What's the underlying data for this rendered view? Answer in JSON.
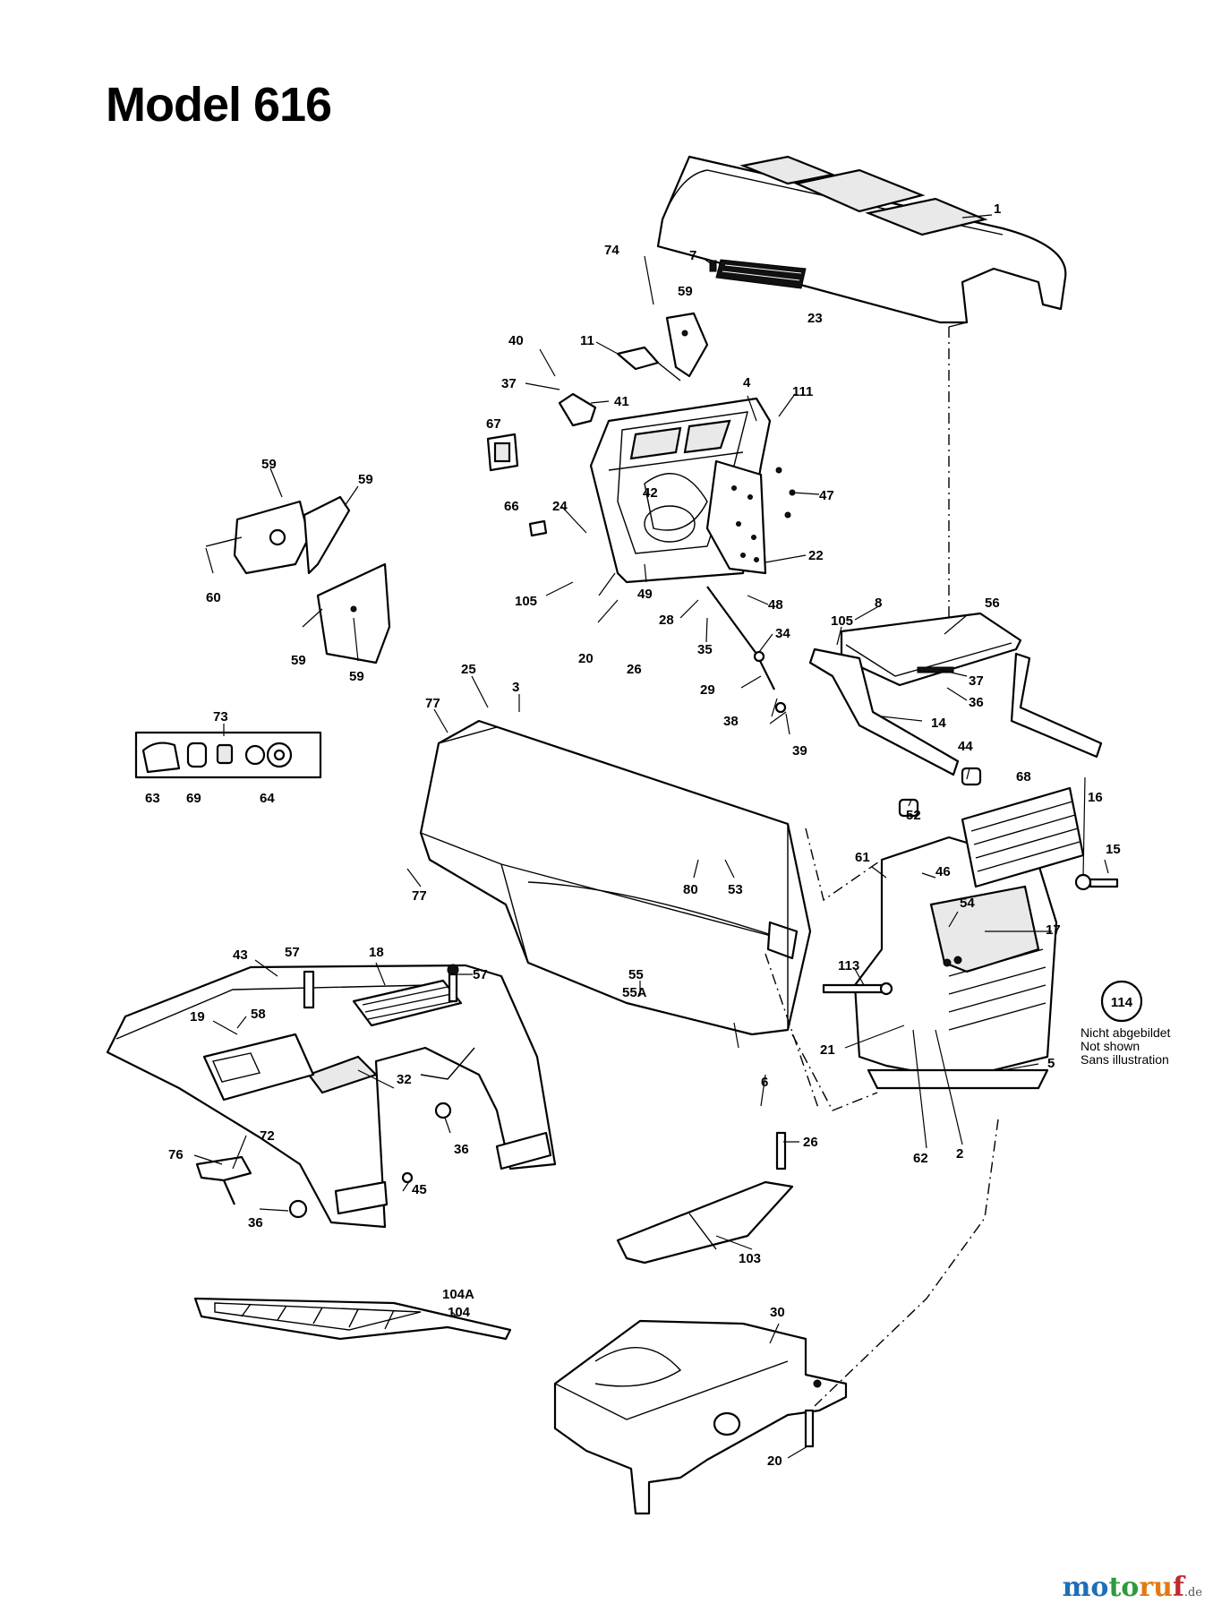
{
  "title": "Model 616",
  "note": {
    "number": "114",
    "lines": [
      "Nicht abgebildet",
      "Not shown",
      "Sans illustration"
    ]
  },
  "watermark": {
    "part1": "mo",
    "part2": "to",
    "part3": "ru",
    "part4": "f",
    "suffix": ".de"
  },
  "labels": {
    "l1": "1",
    "l7": "7",
    "l23": "23",
    "l74": "74",
    "l59a": "59",
    "l11": "11",
    "l40": "40",
    "l37a": "37",
    "l41": "41",
    "l4": "4",
    "l111": "111",
    "l67": "67",
    "l42": "42",
    "l47": "47",
    "l66": "66",
    "l24": "24",
    "l22": "22",
    "l105a": "105",
    "l49": "49",
    "l48": "48",
    "l28": "28",
    "l20a": "20",
    "l26a": "26",
    "l35": "35",
    "l34": "34",
    "l29": "29",
    "l38": "38",
    "l39": "39",
    "l59b": "59",
    "l59c": "59",
    "l60": "60",
    "l59d": "59",
    "l59e": "59",
    "l8": "8",
    "l105b": "105",
    "l56": "56",
    "l37b": "37",
    "l36a": "36",
    "l14": "14",
    "l73": "73",
    "l63": "63",
    "l69": "69",
    "l64": "64",
    "l25": "25",
    "l3": "3",
    "l77a": "77",
    "l77b": "77",
    "l80": "80",
    "l53": "53",
    "l44": "44",
    "l52": "52",
    "l68": "68",
    "l16": "16",
    "l15": "15",
    "l61": "61",
    "l46": "46",
    "l54": "54",
    "l17": "17",
    "l113": "113",
    "l21": "21",
    "l5": "5",
    "l62": "62",
    "l2": "2",
    "l55": "55",
    "l55a": "55A",
    "l6": "6",
    "l43": "43",
    "l57a": "57",
    "l18": "18",
    "l57b": "57",
    "l19": "19",
    "l58": "58",
    "l32": "32",
    "l36b": "36",
    "l72": "72",
    "l76": "76",
    "l45": "45",
    "l36c": "36",
    "l26b": "26",
    "l103": "103",
    "l104a": "104A",
    "l104": "104",
    "l30": "30",
    "l20b": "20"
  }
}
